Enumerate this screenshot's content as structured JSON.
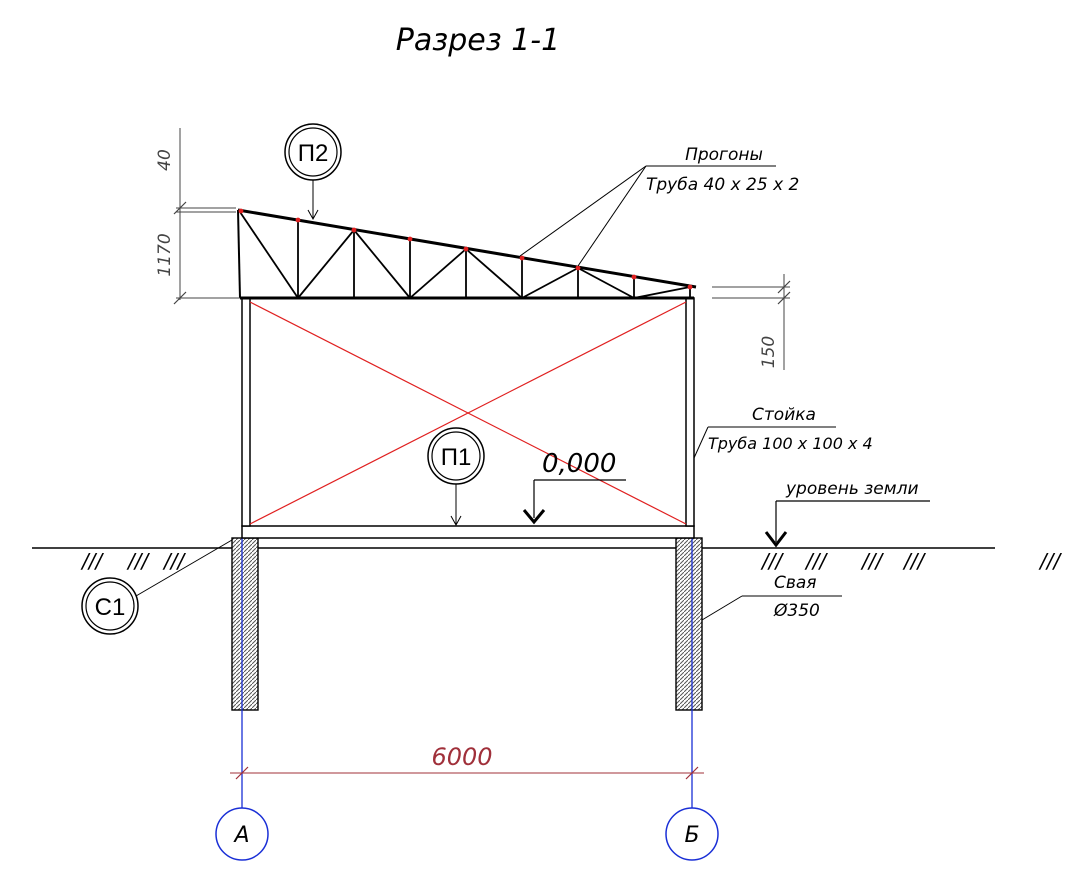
{
  "title": "Разрез 1-1",
  "labels": {
    "purlins_title": "Прогоны",
    "purlins_spec": "Труба  40 х 25 х 2",
    "post_title": "Стойка",
    "post_spec": "Труба 100 х 100 х 4",
    "ground_level": "уровень земли",
    "pile_title": "Свая",
    "pile_spec": "Ø350",
    "level_mark": "0,000"
  },
  "marks": {
    "p2": "П2",
    "p1": "П1",
    "c1": "С1"
  },
  "axes": {
    "left": "А",
    "right": "Б"
  },
  "dimensions": {
    "top_offset": "40",
    "truss_height": "1170",
    "right_offset": "150",
    "span": "6000"
  },
  "hatch": {
    "mark": "///"
  },
  "colors": {
    "lines": "#000000",
    "bracing": "#e02020",
    "axis": "#1a2fd6",
    "dimension": "#a0303a",
    "node": "#e02020"
  },
  "icons": {
    "level": "level-triangle-icon",
    "ground": "ground-level-icon",
    "node": "node-dot-icon"
  }
}
